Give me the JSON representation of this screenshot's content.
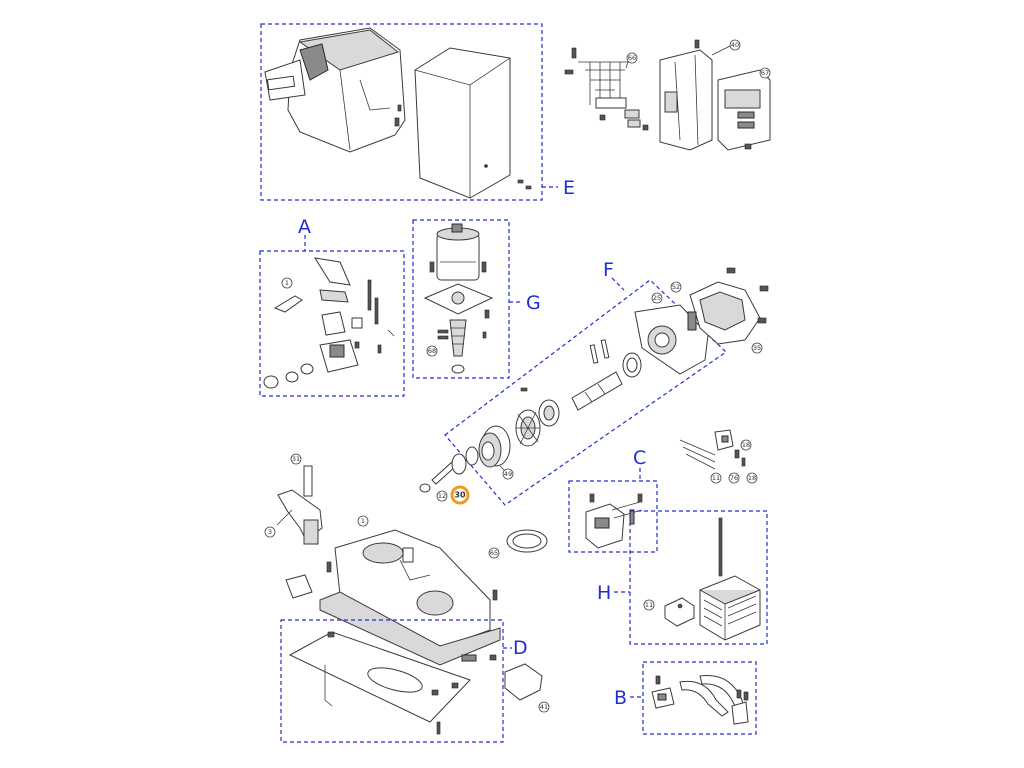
{
  "groups": [
    {
      "id": "E",
      "label": "E"
    },
    {
      "id": "A",
      "label": "A"
    },
    {
      "id": "G",
      "label": "G"
    },
    {
      "id": "F",
      "label": "F"
    },
    {
      "id": "C",
      "label": "C"
    },
    {
      "id": "H",
      "label": "H"
    },
    {
      "id": "D",
      "label": "D"
    },
    {
      "id": "B",
      "label": "B"
    }
  ],
  "callouts": {
    "c66": "66",
    "c40": "40",
    "c67": "67",
    "c1a": "1",
    "c68": "68",
    "c52": "52",
    "c25": "25",
    "c35": "35",
    "c49": "49",
    "c12": "12",
    "c30": "30",
    "c31": "31",
    "c3": "3",
    "c1b": "1",
    "c65": "65",
    "c18a": "18",
    "c11a": "11",
    "c76": "76",
    "c18b": "18",
    "c11b": "11",
    "c41": "41"
  },
  "highlight_color": "#f39a1e",
  "group_color": "#1f2fd0"
}
